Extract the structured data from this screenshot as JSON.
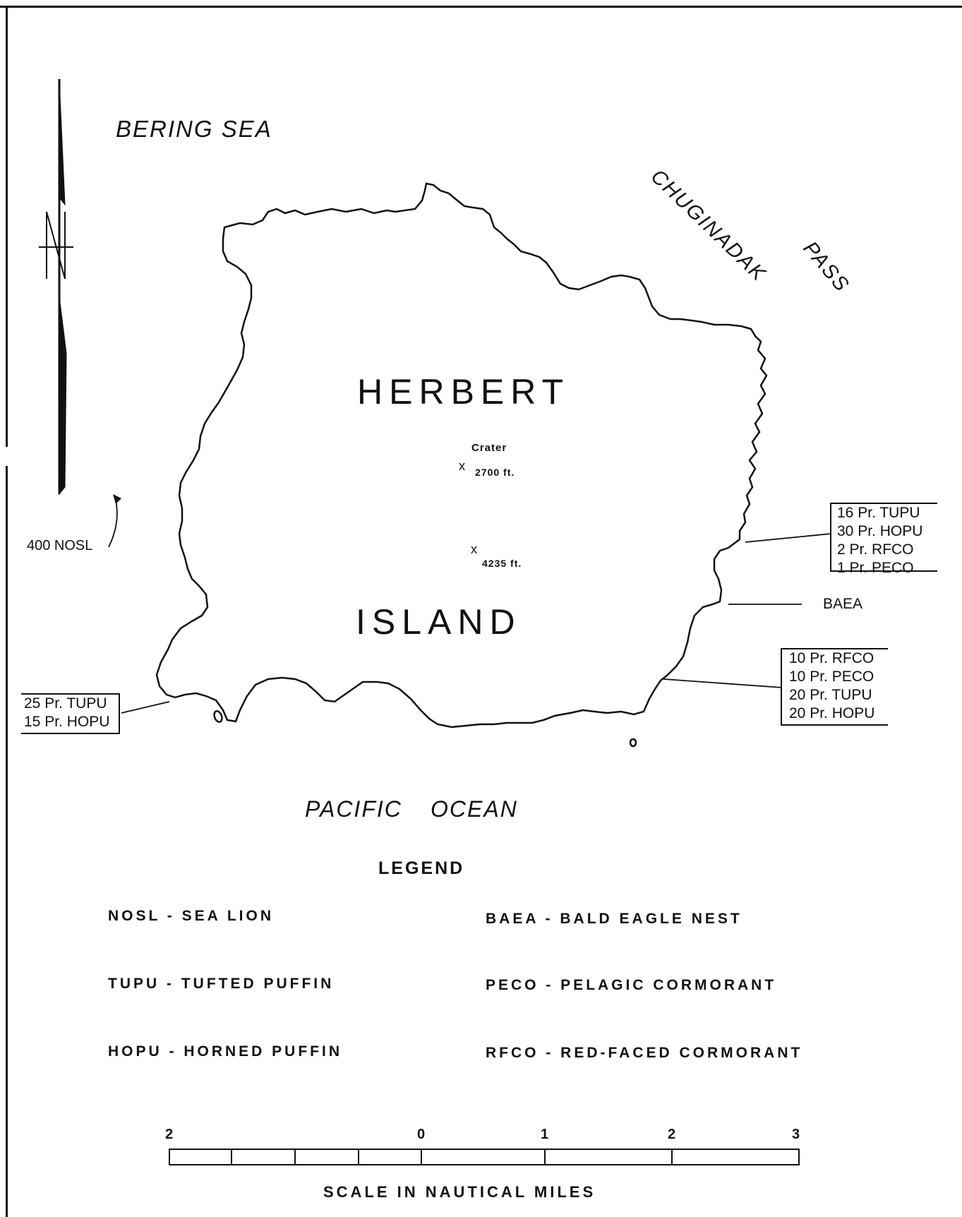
{
  "water": {
    "north": "BERING SEA",
    "pass_word1": "CHUGINADAK",
    "pass_word2": "PASS",
    "south_word1": "PACIFIC",
    "south_word2": "OCEAN"
  },
  "island": {
    "name_line1": "HERBERT",
    "name_line2": "ISLAND",
    "crater_label": "Crater",
    "crater_elevation": "2700 ft.",
    "summit_elevation": "4235 ft."
  },
  "colonies": {
    "sea_lions": "400 NOSL",
    "east_upper": [
      "16 Pr. TUPU",
      "30 Pr. HOPU",
      "2 Pr. RFCO",
      "1 Pr. PECO"
    ],
    "eagle": "BAEA",
    "southeast": [
      "10 Pr. RFCO",
      "10 Pr. PECO",
      "20 Pr. TUPU",
      "20 Pr. HOPU"
    ],
    "southwest": [
      "25 Pr. TUPU",
      "15 Pr. HOPU"
    ]
  },
  "legend": {
    "title": "LEGEND",
    "entries": [
      "NOSL - SEA LION",
      "TUPU - TUFTED PUFFIN",
      "HOPU - HORNED PUFFIN",
      "BAEA - BALD EAGLE NEST",
      "PECO - PELAGIC CORMORANT",
      "RFCO - RED-FACED CORMORANT"
    ]
  },
  "scale": {
    "title": "SCALE IN NAUTICAL MILES",
    "ticks": [
      "2",
      "0",
      "1",
      "2",
      "3"
    ]
  },
  "colors": {
    "ink": "#111111",
    "paper": "#ffffff"
  }
}
